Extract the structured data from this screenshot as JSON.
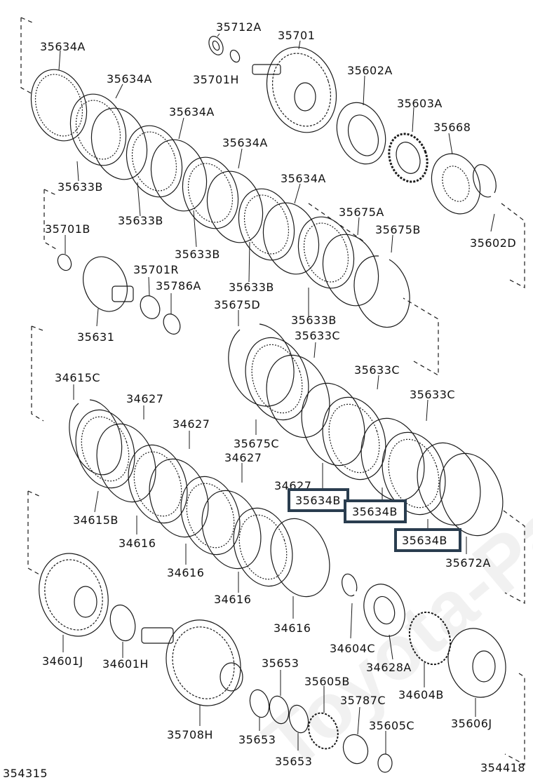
{
  "labels": {
    "p35634A_1": "35634A",
    "p35634A_2": "35634A",
    "p35634A_3": "35634A",
    "p35634A_4": "35634A",
    "p35634A_5": "35634A",
    "p35712A": "35712A",
    "p35701": "35701",
    "p35701H": "35701H",
    "p35602A": "35602A",
    "p35603A": "35603A",
    "p35668": "35668",
    "p35602D": "35602D",
    "p35633B_1": "35633B",
    "p35633B_2": "35633B",
    "p35633B_3": "35633B",
    "p35633B_4": "35633B",
    "p35633B_5": "35633B",
    "p35675A": "35675A",
    "p35675B": "35675B",
    "p35701B": "35701B",
    "p35701R": "35701R",
    "p35786A": "35786A",
    "p35631": "35631",
    "p35675D": "35675D",
    "p35633C_1": "35633C",
    "p35633C_2": "35633C",
    "p35633C_3": "35633C",
    "p35675C": "35675C",
    "p34615C": "34615C",
    "p34627_1": "34627",
    "p34627_2": "34627",
    "p34627_3": "34627",
    "p34627_4": "34627",
    "p34615B": "34615B",
    "p34616_1": "34616",
    "p34616_2": "34616",
    "p34616_3": "34616",
    "p34616_4": "34616",
    "p35672A": "35672A",
    "p34601J": "34601J",
    "p34601H": "34601H",
    "p34604C": "34604C",
    "p34628A": "34628A",
    "p34604B": "34604B",
    "p35606J": "35606J",
    "p35653_1": "35653",
    "p35653_2": "35653",
    "p35653_3": "35653",
    "p35605B": "35605B",
    "p35787C": "35787C",
    "p35605C": "35605C",
    "p35708H": "35708H",
    "fig_left": "354315",
    "fig_right": "354418"
  },
  "highlighted": [
    "35634B",
    "35634B",
    "35634B"
  ],
  "watermark": "Toyota-Parts.ru",
  "colors": {
    "line": "#1a1a1a",
    "highlight": "#2a3d4f"
  }
}
